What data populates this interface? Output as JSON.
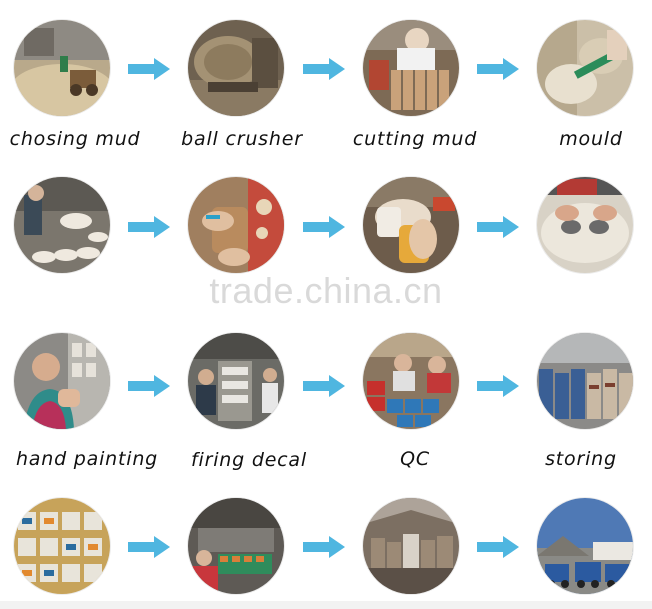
{
  "watermark": "trade.china.cn",
  "accent_arrow": "#4fb6e0",
  "steps": [
    {
      "label": "chosing mud",
      "icon": "mud-yard-photo"
    },
    {
      "label": "ball crusher",
      "icon": "ball-crusher-photo"
    },
    {
      "label": "cutting mud",
      "icon": "cutting-mud-photo"
    },
    {
      "label": "mould",
      "icon": "mould-photo"
    },
    {
      "label": "",
      "icon": "forming-photo"
    },
    {
      "label": "",
      "icon": "trimming-photo"
    },
    {
      "label": "",
      "icon": "glazing-photo"
    },
    {
      "label": "",
      "icon": "pressing-photo"
    },
    {
      "label": "hand painting",
      "icon": "hand-painting-photo"
    },
    {
      "label": "firing decal",
      "icon": "firing-decal-photo"
    },
    {
      "label": "QC",
      "icon": "qc-photo"
    },
    {
      "label": "storing",
      "icon": "storing-photo"
    },
    {
      "label": "",
      "icon": "packing-photo"
    },
    {
      "label": "",
      "icon": "kiln-loading-photo"
    },
    {
      "label": "",
      "icon": "warehouse-photo"
    },
    {
      "label": "",
      "icon": "shipping-photo"
    }
  ]
}
